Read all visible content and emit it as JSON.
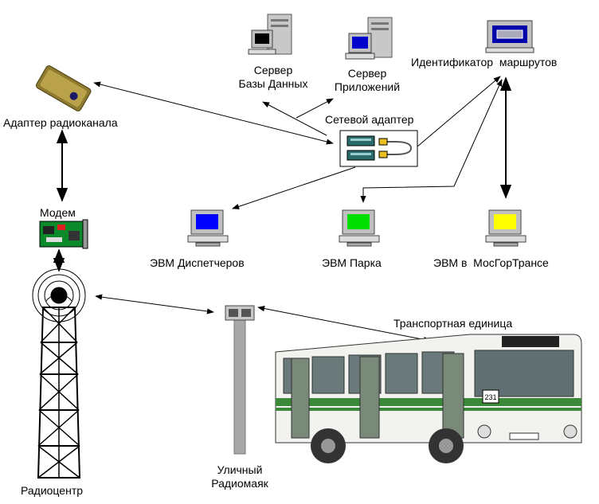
{
  "nodes": {
    "db_server": {
      "label": "Сервер\nБазы Данных",
      "icon": "server-tower-icon"
    },
    "app_server": {
      "label": "Сервер\nПриложений",
      "icon": "server-tower-icon"
    },
    "route_identifier": {
      "label": "Идентификатор  маршрутов",
      "icon": "monitor-keyboard-icon"
    },
    "radio_adapter": {
      "label": "Адаптер радиоканала",
      "icon": "radio-adapter-icon"
    },
    "network_adapter": {
      "label": "Сетевой адаптер",
      "icon": "network-adapter-icon"
    },
    "modem": {
      "label": "Модем",
      "icon": "modem-board-icon"
    },
    "dispatcher_pc": {
      "label": "ЭВМ Диспетчеров",
      "icon": "computer-icon",
      "screen_color": "#0000ff"
    },
    "park_pc": {
      "label": "ЭВМ Парка",
      "icon": "computer-icon",
      "screen_color": "#00dd00"
    },
    "mosgortrans_pc": {
      "label": "ЭВМ в  МосГорТрансе",
      "icon": "computer-icon",
      "screen_color": "#ffff00"
    },
    "radio_center": {
      "label": "Радиоцентр",
      "icon": "radio-tower-icon"
    },
    "street_beacon": {
      "label": "Уличный\nРадиомаяк",
      "icon": "beacon-pole-icon"
    },
    "vehicle": {
      "label": "Транспортная единица",
      "icon": "bus-icon",
      "route_number": "231"
    }
  },
  "colors": {
    "line": "#000000",
    "bus_body": "#f2f2ee",
    "bus_stripe": "#3a8a3a"
  }
}
